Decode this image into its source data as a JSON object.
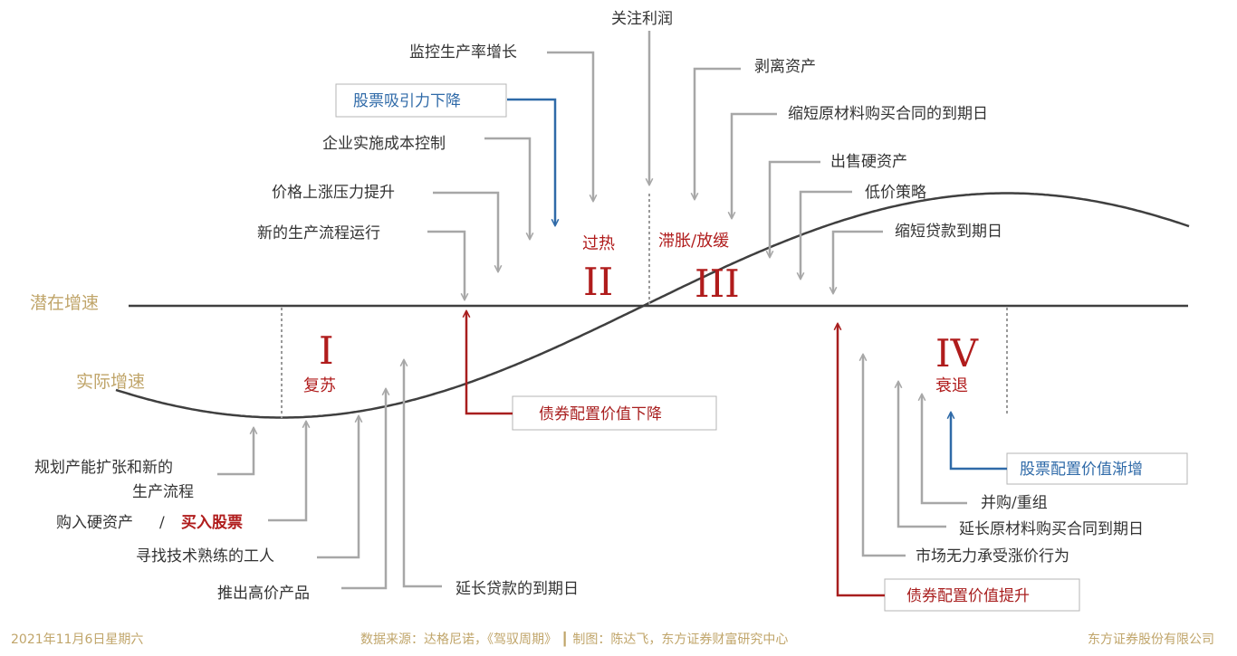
{
  "axis": {
    "potential_growth": "潜在增速",
    "actual_growth": "实际增速"
  },
  "phases": [
    {
      "numeral": "I",
      "name": "复苏"
    },
    {
      "numeral": "II",
      "name": "过热"
    },
    {
      "numeral": "III",
      "name": "滞胀/放缓"
    },
    {
      "numeral": "IV",
      "name": "衰退"
    }
  ],
  "annotations": {
    "focus_profit": "关注利润",
    "monitor_productivity": "监控生产率增长",
    "stock_appeal_down": "股票吸引力下降",
    "cost_control": "企业实施成本控制",
    "price_pressure": "价格上涨压力提升",
    "new_process": "新的生产流程运行",
    "divest_assets": "剥离资产",
    "shorten_material_contracts": "缩短原材料购买合同的到期日",
    "sell_hard_assets": "出售硬资产",
    "low_price_strategy": "低价策略",
    "shorten_loans": "缩短贷款到期日",
    "plan_capacity_1": "规划产能扩张和新的",
    "plan_capacity_2": "生产流程",
    "buy_hard_assets": "购入硬资产",
    "slash": "/",
    "buy_stocks": "买入股票",
    "find_workers": "寻找技术熟练的工人",
    "launch_products": "推出高价产品",
    "extend_loans": "延长贷款的到期日",
    "bond_value_down": "债券配置价值下降",
    "stock_value_up": "股票配置价值渐增",
    "merger": "并购/重组",
    "extend_material_contracts": "延长原材料购买合同到期日",
    "market_cannot_bear": "市场无力承受涨价行为",
    "bond_value_up": "债券配置价值提升"
  },
  "footer": {
    "date": "2021年11月6日星期六",
    "source": "数据来源：达格尼诺，《驾驭周期》 ┃ 制图：陈达飞，东方证券财富研究中心",
    "company": "东方证券股份有限公司"
  },
  "colors": {
    "curve": "#3f3f3f",
    "gold": "#c0a56a",
    "red": "#b01c1c",
    "blue": "#2f6aa8",
    "gray": "#a7a7a7"
  }
}
